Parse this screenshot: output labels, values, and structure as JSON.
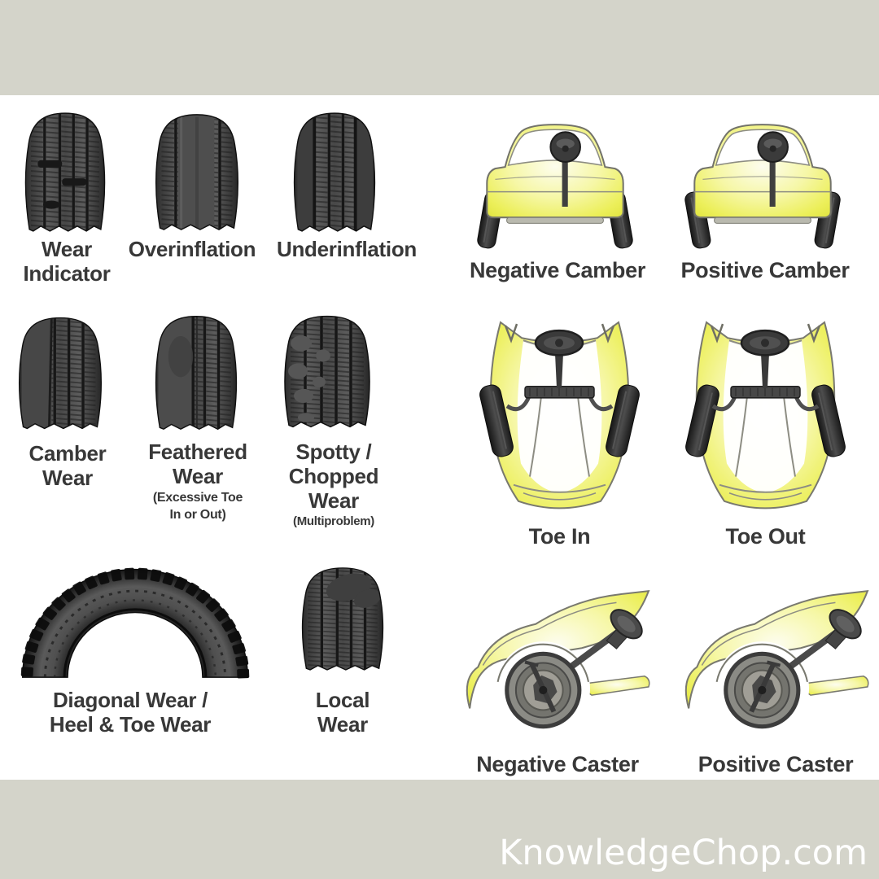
{
  "watermark": "KnowledgeChop.com",
  "colors": {
    "background": "#d4d4ca",
    "panel": "#ffffff",
    "label": "#383838",
    "watermark": "#ffffff",
    "car_yellow": "#ecef5a",
    "tire_dark": "#1c1c1c"
  },
  "tires": [
    {
      "name": "wear-indicator",
      "label1": "Wear",
      "label2": "Indicator"
    },
    {
      "name": "overinflation",
      "label1": "Overinflation"
    },
    {
      "name": "underinflation",
      "label1": "Underinflation"
    },
    {
      "name": "camber-wear",
      "label1": "Camber",
      "label2": "Wear"
    },
    {
      "name": "feathered-wear",
      "label1": "Feathered",
      "label2": "Wear",
      "note1": "(Excessive Toe",
      "note2": "In or Out)"
    },
    {
      "name": "spotty-chopped-wear",
      "label1": "Spotty /",
      "label2": "Chopped",
      "label3": "Wear",
      "note1": "(Multiproblem)"
    },
    {
      "name": "diagonal-heel-toe-wear",
      "label1": "Diagonal Wear /",
      "label2": "Heel & Toe Wear"
    },
    {
      "name": "local-wear",
      "label1": "Local",
      "label2": "Wear"
    }
  ],
  "alignment": [
    {
      "name": "negative-camber",
      "label": "Negative Camber"
    },
    {
      "name": "positive-camber",
      "label": "Positive Camber"
    },
    {
      "name": "toe-in",
      "label": "Toe In"
    },
    {
      "name": "toe-out",
      "label": "Toe Out"
    },
    {
      "name": "negative-caster",
      "label": "Negative Caster"
    },
    {
      "name": "positive-caster",
      "label": "Positive Caster"
    }
  ]
}
